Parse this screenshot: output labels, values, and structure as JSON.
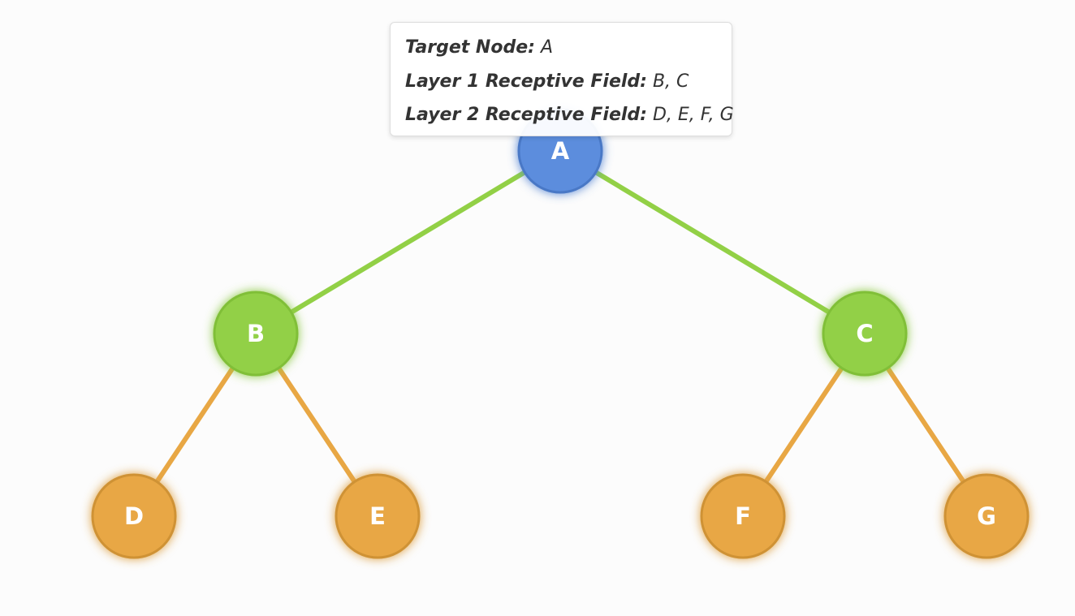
{
  "colors": {
    "target": "#5b8ddd",
    "target_stroke": "#4a78c6",
    "layer1": "#92d046",
    "layer1_stroke": "#80bf38",
    "layer2": "#e8a744",
    "layer2_stroke": "#cf9234",
    "edge_layer1": "#92d046",
    "edge_layer2": "#e8a744"
  },
  "nodes": [
    {
      "id": "A",
      "label": "A",
      "role": "target"
    },
    {
      "id": "B",
      "label": "B",
      "role": "layer1"
    },
    {
      "id": "C",
      "label": "C",
      "role": "layer1"
    },
    {
      "id": "D",
      "label": "D",
      "role": "layer2"
    },
    {
      "id": "E",
      "label": "E",
      "role": "layer2"
    },
    {
      "id": "F",
      "label": "F",
      "role": "layer2"
    },
    {
      "id": "G",
      "label": "G",
      "role": "layer2"
    }
  ],
  "edges": [
    {
      "source": "A",
      "target": "B",
      "role": "layer1"
    },
    {
      "source": "A",
      "target": "C",
      "role": "layer1"
    },
    {
      "source": "B",
      "target": "D",
      "role": "layer2"
    },
    {
      "source": "B",
      "target": "E",
      "role": "layer2"
    },
    {
      "source": "C",
      "target": "F",
      "role": "layer2"
    },
    {
      "source": "C",
      "target": "G",
      "role": "layer2"
    }
  ],
  "tooltip": {
    "target_key": "Target Node:",
    "target_value": "A",
    "layer1_key": "Layer 1 Receptive Field:",
    "layer1_value": "B, C",
    "layer2_key": "Layer 2 Receptive Field:",
    "layer2_value": "D, E, F, G"
  }
}
